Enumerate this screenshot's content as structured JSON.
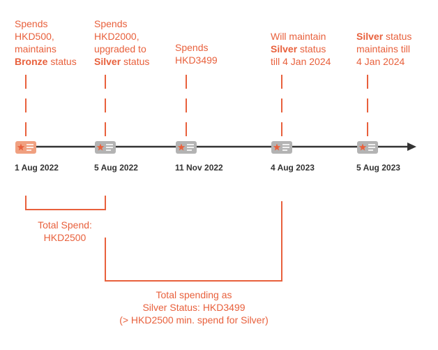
{
  "colors": {
    "accent": "#e8603c",
    "axis": "#333333",
    "marker_first": "#f0a080",
    "marker_other": "#b3b3b3"
  },
  "events": [
    {
      "date": "1 Aug 2022",
      "line1": "Spends",
      "line2": "HKD500,",
      "line3": "maintains",
      "line4_bold": "Bronze",
      "line4_rest": " status",
      "highlight": true
    },
    {
      "date": "5 Aug 2022",
      "line1": "Spends",
      "line2": "HKD2000,",
      "line3": "upgraded to",
      "line4_bold": "Silver",
      "line4_rest": " status",
      "highlight": false
    },
    {
      "date": "11 Nov 2022",
      "line1": "Spends",
      "line2": "HKD3499",
      "highlight": false
    },
    {
      "date": "4 Aug 2023",
      "line1": "Will maintain",
      "line2_bold": "Silver",
      "line2_rest": " status",
      "line3": "till 4 Jan 2024",
      "highlight": false
    },
    {
      "date": "5 Aug 2023",
      "line1_bold": "Silver",
      "line1_rest": " status",
      "line2": "maintains till",
      "line3": "4 Jan 2024",
      "highlight": false
    }
  ],
  "markers": {
    "icon": "star-card-icon"
  },
  "summaries": [
    {
      "line1": "Total Spend:",
      "line2": "HKD2500"
    },
    {
      "line1": "Total spending as",
      "line2": "Silver Status: HKD3499",
      "line3": "(> HKD2500 min. spend for Silver)"
    }
  ]
}
